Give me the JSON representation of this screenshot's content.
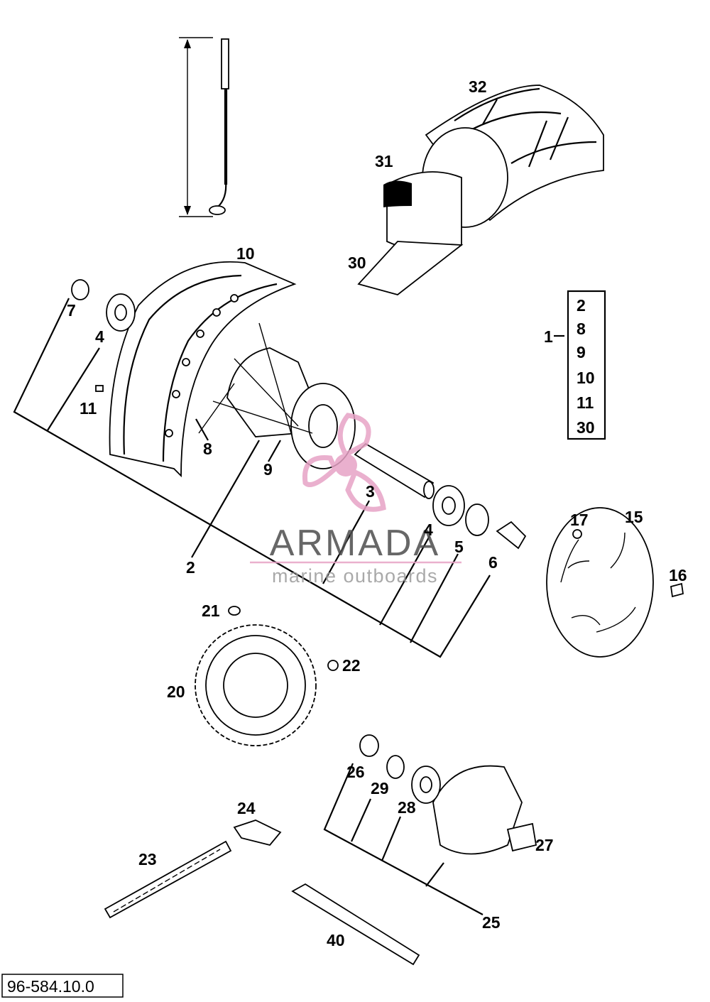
{
  "diagram": {
    "callouts": {
      "c1": "1",
      "c2": "2",
      "c3": "3",
      "c4a": "4",
      "c4b": "4",
      "c5": "5",
      "c6": "6",
      "c7": "7",
      "c8": "8",
      "c9": "9",
      "c10": "10",
      "c11": "11",
      "c15": "15",
      "c16": "16",
      "c17": "17",
      "c20": "20",
      "c21": "21",
      "c22": "22",
      "c23": "23",
      "c24": "24",
      "c25": "25",
      "c26": "26",
      "c27": "27",
      "c28": "28",
      "c29": "29",
      "c30": "30",
      "c31": "31",
      "c32": "32",
      "c40": "40"
    },
    "assembly_box": [
      "2",
      "8",
      "9",
      "10",
      "11",
      "30"
    ],
    "reference_number": "96-584.10.0"
  },
  "watermark": {
    "brand": "ARMADA",
    "tagline": "marine outboards",
    "accent_color": "#e7a3c6"
  }
}
